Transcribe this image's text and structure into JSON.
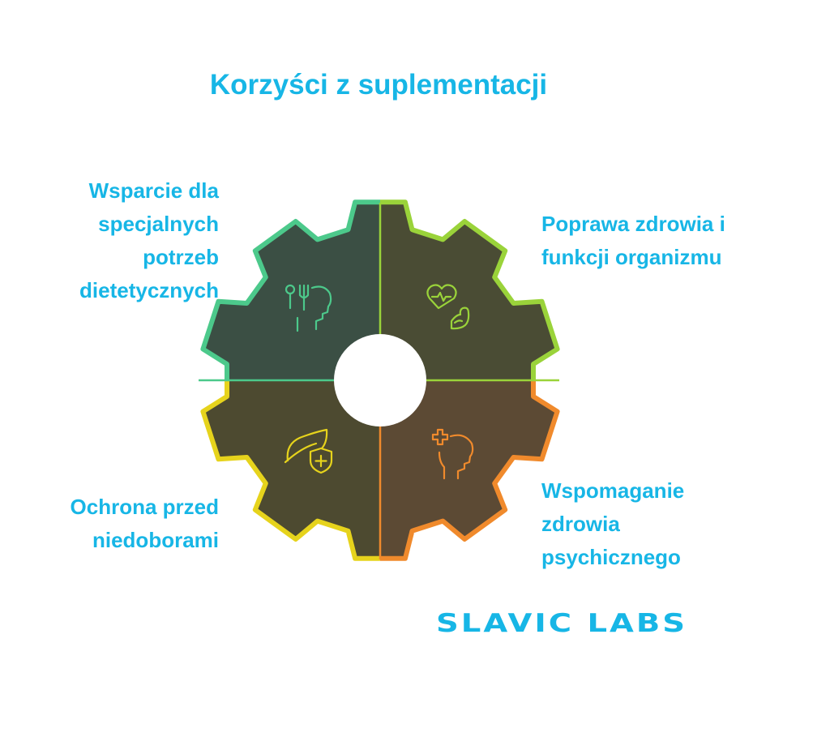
{
  "title": "Korzyści z suplementacji",
  "segments": [
    {
      "id": "top-left",
      "lines": [
        "Wsparcie dla",
        "specjalnych",
        "potrzeb",
        "dietetycznych"
      ],
      "icon": "diet-head-icon",
      "fill": "#3b4f44",
      "stroke": "#4cc98b"
    },
    {
      "id": "top-right",
      "lines": [
        "Poprawa zdrowia i",
        "funkcji organizmu"
      ],
      "icon": "heart-muscle-icon",
      "fill": "#4a4c34",
      "stroke": "#9ad33a"
    },
    {
      "id": "bottom-left",
      "lines": [
        "Ochrona przed",
        "niedoborami"
      ],
      "icon": "leaf-shield-icon",
      "fill": "#4d4a30",
      "stroke": "#e6d31c"
    },
    {
      "id": "bottom-right",
      "lines": [
        "Wspomaganie",
        "zdrowia",
        "psychicznego"
      ],
      "icon": "medical-head-icon",
      "fill": "#5c4a34",
      "stroke": "#f08a2c"
    }
  ],
  "brand": {
    "name": "SLAVIC LABS",
    "color": "#17b6e6"
  }
}
